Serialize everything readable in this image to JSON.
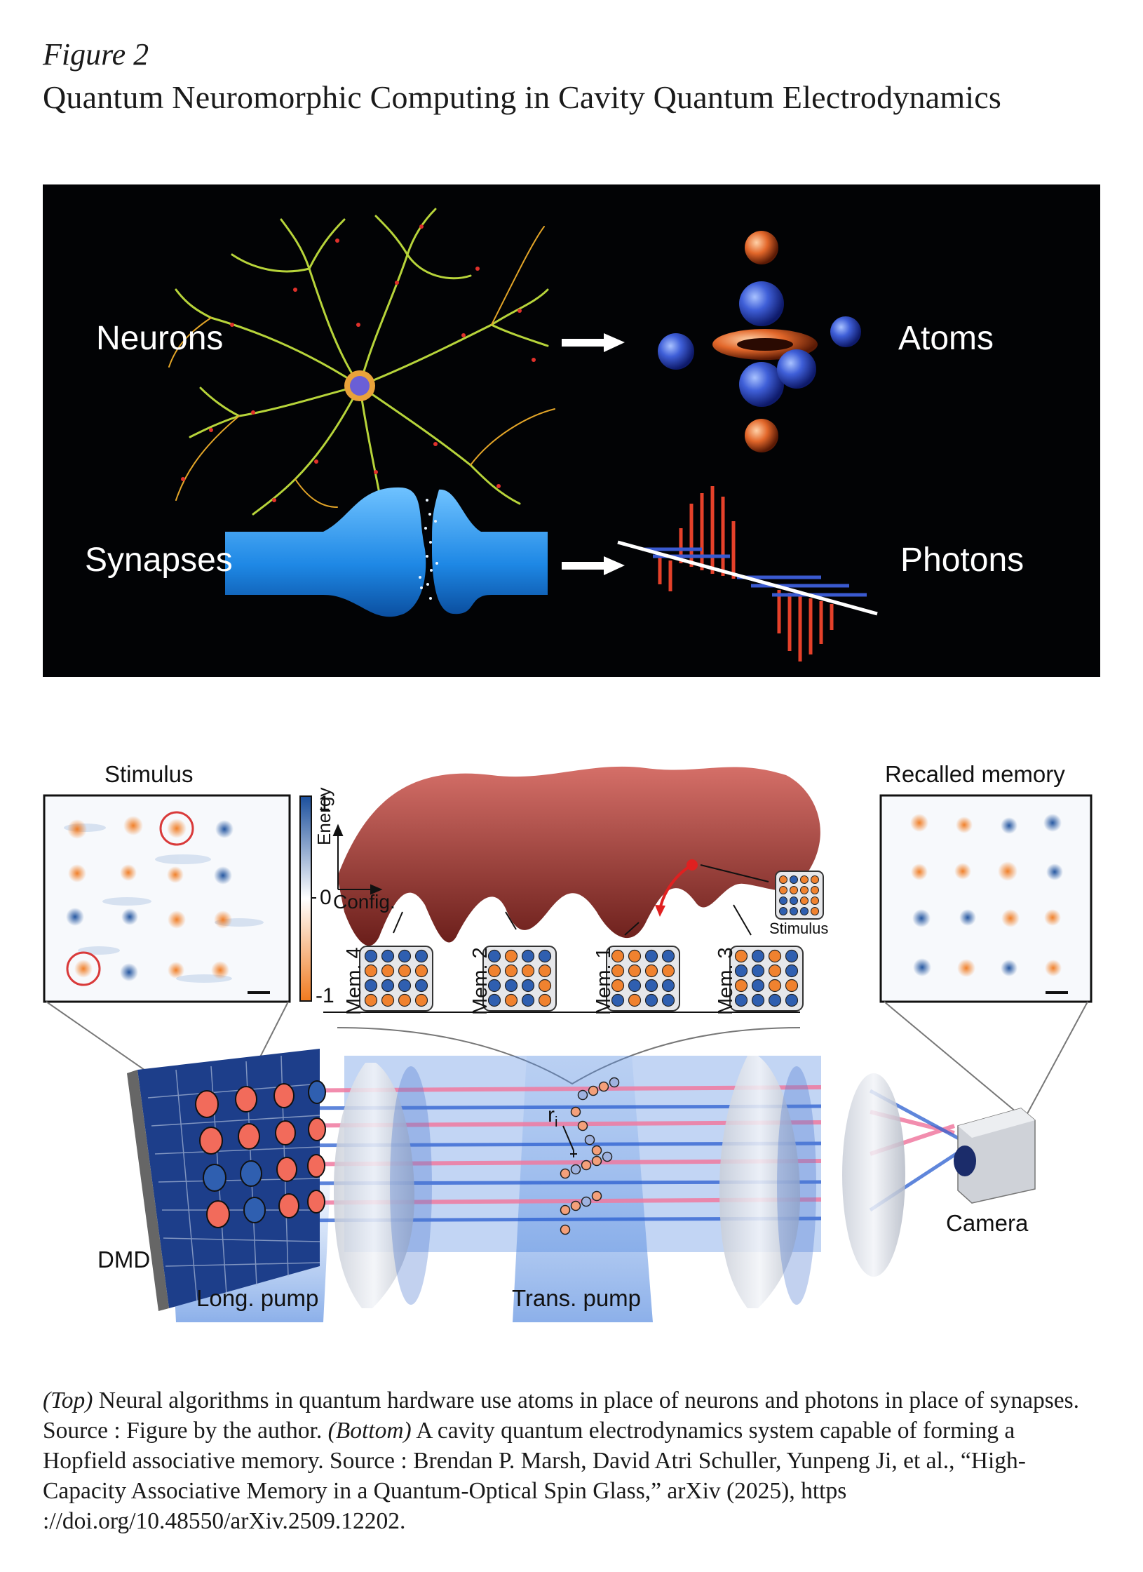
{
  "figure": {
    "label": "Figure 2",
    "title": "Quantum Neuromorphic Computing in Cavity Quantum Electrodynamics"
  },
  "top_panel": {
    "neurons": "Neurons",
    "atoms": "Atoms",
    "synapses": "Synapses",
    "photons": "Photons"
  },
  "bottom_panel": {
    "stimulus_title": "Stimulus",
    "recalled_title": "Recalled memory",
    "colorbar_ticks": [
      "1",
      "0",
      "-1"
    ],
    "energy_axis": "Energy",
    "config_axis": "Config.",
    "stimulus_small": "Stimulus",
    "memories": [
      "Mem. 4",
      "Mem. 2",
      "Mem. 1",
      "Mem. 3"
    ],
    "r_label": "r",
    "r_sub": "i",
    "dmd": "DMD",
    "long_pump": "Long. pump",
    "trans_pump": "Trans. pump",
    "camera": "Camera",
    "colors": {
      "orange": "#f0822f",
      "blue": "#2f5fb0",
      "red_ring": "#d93a3a"
    }
  },
  "caption": {
    "top_tag": "(Top)",
    "top_text": " Neural algorithms in quantum hardware use atoms in place of neurons and photons in place of synapses. Source : Figure by the author. ",
    "bottom_tag": "(Bottom)",
    "bottom_text": " A cavity quantum electrodynamics system capable of forming a Hopfield associative memory. Source : Brendan P. Marsh, David Atri Schuller, Yunpeng Ji, et al., “High-Capacity Associative Memory in a Quantum-Optical Spin Glass,” arXiv (2025), https ://doi.org/10.48550/arXiv.2509.12202."
  }
}
